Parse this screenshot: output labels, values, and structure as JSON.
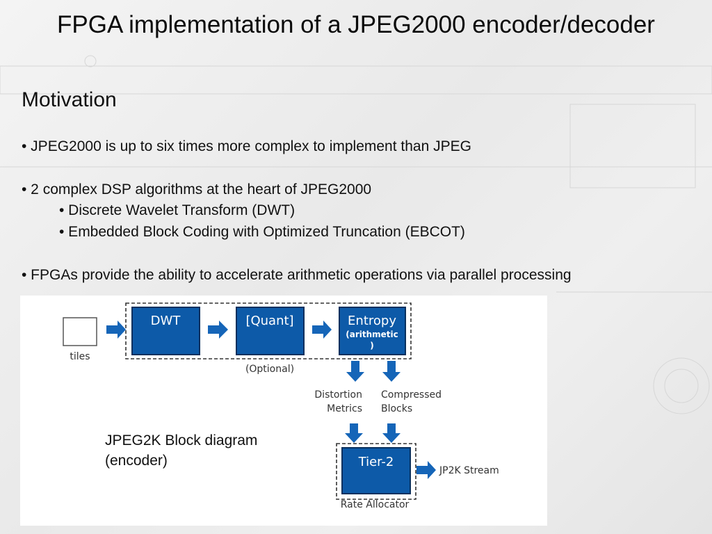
{
  "slide": {
    "title": "FPGA implementation of a JPEG2000 encoder/decoder",
    "heading": "Motivation",
    "bullets": {
      "b1": "• JPEG2000 is up to six times more complex to implement than JPEG",
      "b2": "• 2 complex DSP algorithms at the heart of JPEG2000",
      "s1": "• Discrete Wavelet Transform (DWT)",
      "s2": "• Embedded Block Coding with Optimized Truncation (EBCOT)",
      "b3": "• FPGAs provide the ability to accelerate arithmetic operations via parallel processing"
    },
    "caption": {
      "line1": "JPEG2K Block diagram",
      "line2": "(encoder)"
    }
  },
  "diagram": {
    "tiles": "tiles",
    "dwt": "DWT",
    "quant": "[Quant]",
    "entropy_1": "Entropy",
    "entropy_2": "(arithmetic",
    "entropy_3": ")",
    "optional": "(Optional)",
    "distortion_1": "Distortion",
    "distortion_2": "Metrics",
    "compressed_1": "Compressed",
    "compressed_2": "Blocks",
    "tier2": "Tier-2",
    "stream": "JP2K Stream",
    "rate": "Rate Allocator"
  },
  "colors": {
    "block_fill": "#0d5aa8",
    "block_border": "#08305e",
    "arrow": "#1565b8",
    "block_text": "#ffffff"
  }
}
